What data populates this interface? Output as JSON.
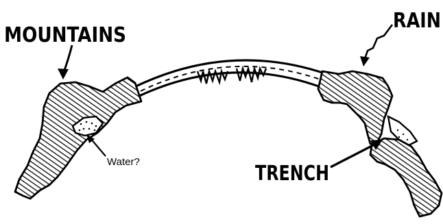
{
  "labels": {
    "mountains": "MOUNTAINS",
    "rain": "RAIN",
    "water": "Water?",
    "trench": "TRENCH"
  },
  "colors": {
    "ink": "#000000",
    "background": "#ffffff"
  }
}
